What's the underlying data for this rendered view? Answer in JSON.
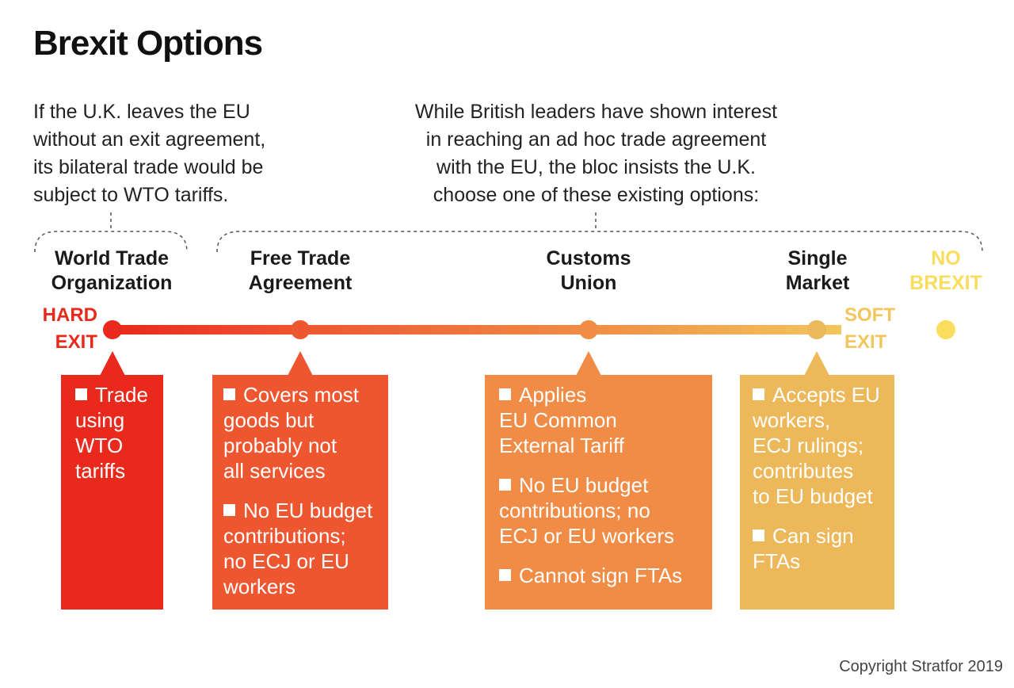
{
  "title": "Brexit Options",
  "intro_left": [
    "If the U.K. leaves the EU",
    "without an exit agreement,",
    "its bilateral trade would be",
    "subject to WTO tariffs."
  ],
  "intro_right": [
    "While British leaders have shown interest",
    "in reaching an ad hoc trade agreement",
    "with the EU, the bloc insists the U.K.",
    "choose one of these existing options:"
  ],
  "scale": {
    "start": [
      "HARD",
      "EXIT"
    ],
    "end": [
      "SOFT",
      "EXIT"
    ]
  },
  "options": [
    {
      "label": [
        "World Trade",
        "Organization"
      ],
      "bullets": [
        [
          "Trade",
          "using",
          "WTO",
          "tariffs"
        ]
      ]
    },
    {
      "label": [
        "Free Trade",
        "Agreement"
      ],
      "bullets": [
        [
          "Covers most",
          "goods but",
          "probably not",
          "all services"
        ],
        [
          "No EU budget",
          "contributions;",
          "no ECJ or EU",
          "workers"
        ]
      ]
    },
    {
      "label": [
        "Customs",
        "Union"
      ],
      "bullets": [
        [
          "Applies",
          "EU Common",
          "External Tariff"
        ],
        [
          "No EU budget",
          "contributions; no",
          "ECJ or EU workers"
        ],
        [
          "Cannot sign FTAs"
        ]
      ]
    },
    {
      "label": [
        "Single",
        "Market"
      ],
      "bullets": [
        [
          "Accepts EU",
          "workers,",
          "ECJ rulings;",
          "contributes",
          "to EU budget"
        ],
        [
          "Can sign",
          "FTAs"
        ]
      ]
    }
  ],
  "no_brexit": [
    "NO",
    "BREXIT"
  ],
  "colors": {
    "hard": "#E8291C",
    "fta": "#EE5630",
    "customs": "#F08C45",
    "single": "#EDB85A",
    "soft": "#F2C65C",
    "no_brexit": "#FADD5C",
    "bracket": "#555555"
  },
  "copyright": "Copyright Stratfor 2019"
}
